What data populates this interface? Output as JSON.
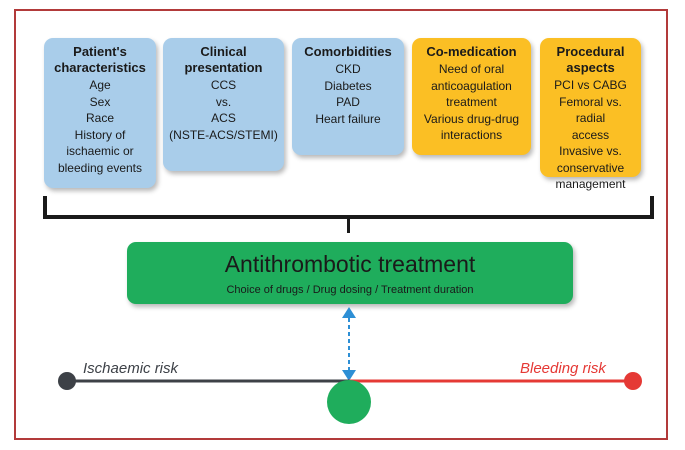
{
  "cards": [
    {
      "title": "Patient's characteristics",
      "lines": [
        "Age",
        "Sex",
        "Race",
        "History of",
        "ischaemic or",
        "bleeding events"
      ]
    },
    {
      "title": "Clinical presentation",
      "lines": [
        "CCS",
        "vs.",
        "ACS",
        "(NSTE-ACS/STEMI)"
      ]
    },
    {
      "title": "Comorbidities",
      "lines": [
        "CKD",
        "Diabetes",
        "PAD",
        "Heart failure"
      ]
    },
    {
      "title": "Co-medication",
      "lines": [
        "Need of oral",
        "anticoagulation",
        "treatment",
        "Various drug-drug",
        "interactions"
      ]
    },
    {
      "title": "Procedural aspects",
      "lines": [
        "PCI vs CABG",
        "Femoral vs. radial",
        "access",
        "Invasive vs.",
        "conservative",
        "management"
      ]
    }
  ],
  "treatment": {
    "title": "Antithrombotic treatment",
    "subtitle": "Choice of drugs / Drug dosing / Treatment duration"
  },
  "risk": {
    "left_label": "Ischaemic risk",
    "right_label": "Bleeding risk"
  },
  "colors": {
    "frame": "#b23a3a",
    "card_blue": "#a9cdea",
    "card_yellow": "#fbbf24",
    "treatment_green": "#1fad5c",
    "ischaemic": "#3d4147",
    "bleeding": "#e53935",
    "arrow": "#2d8fd5"
  }
}
